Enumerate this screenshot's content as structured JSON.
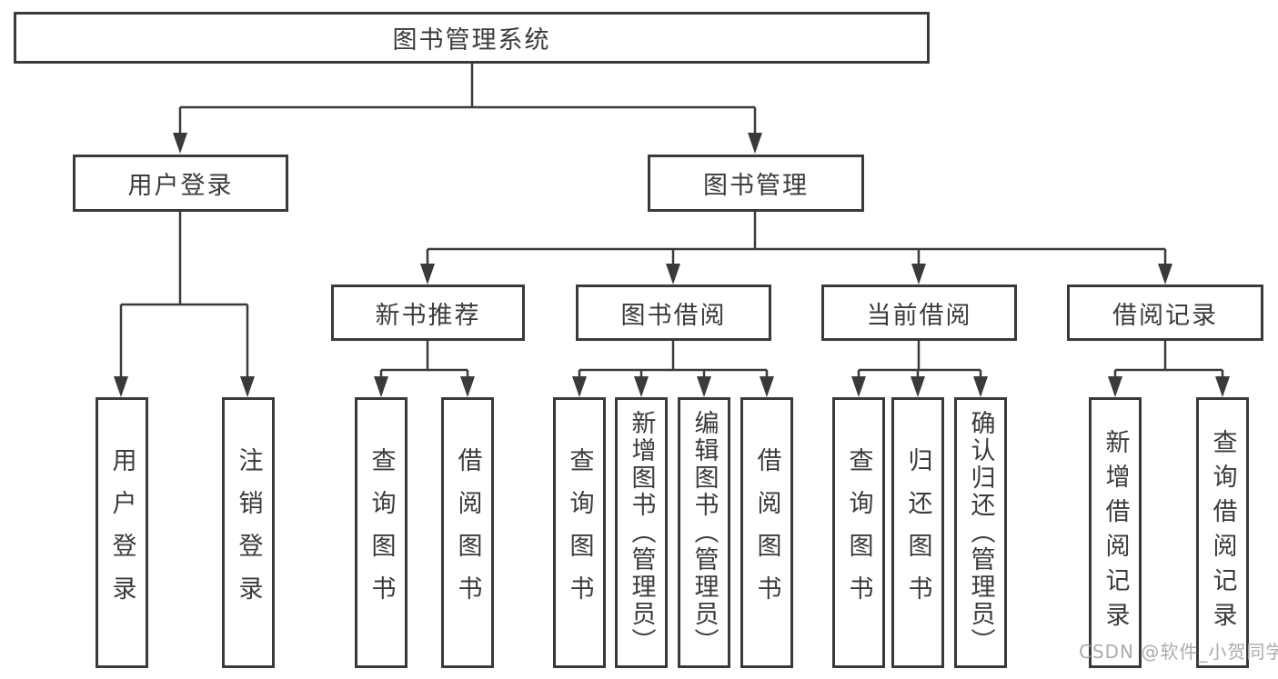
{
  "tree": {
    "root": "图书管理系统",
    "l1": [
      {
        "label": "用户登录",
        "leaves": [
          "用户登录",
          "注销登录"
        ]
      },
      {
        "label": "图书管理",
        "l2": [
          {
            "label": "新书推荐",
            "leaves": [
              "查询图书",
              "借阅图书"
            ]
          },
          {
            "label": "图书借阅",
            "leaves": [
              "查询图书",
              "新增图书（管理员）",
              "编辑图书（管理员）",
              "借阅图书"
            ]
          },
          {
            "label": "当前借阅",
            "leaves": [
              "查询图书",
              "归还图书",
              "确认归还（管理员）"
            ]
          },
          {
            "label": "借阅记录",
            "leaves": [
              "新增借阅记录",
              "查询借阅记录"
            ]
          }
        ]
      }
    ]
  },
  "watermark": {
    "text": "CSDN @软件_小贺同学"
  },
  "colors": {
    "line": "#3a3a3a",
    "text": "#3b3b3b",
    "background": "#ffffff",
    "watermark": "#a8a8a8"
  }
}
